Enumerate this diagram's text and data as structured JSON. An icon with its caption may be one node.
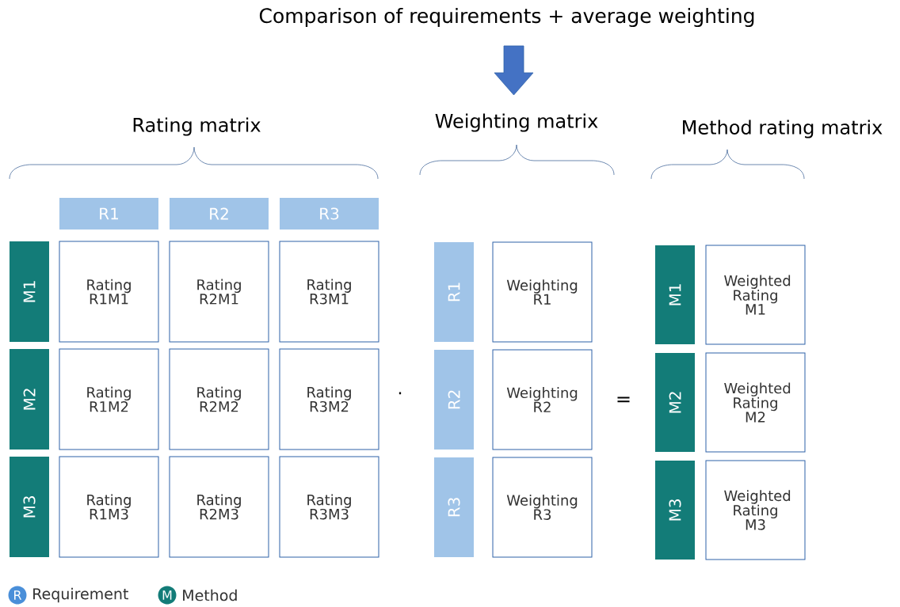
{
  "diagram": {
    "title": "Comparison of requirements + average weighting",
    "nodes": [
      {
        "text": [
          "R1"
        ]
      },
      {
        "text": [
          "R2"
        ]
      },
      {
        "text": [
          "R3"
        ]
      },
      {
        "text": [
          "M1"
        ]
      },
      {
        "text": [
          "Rating R1M1"
        ]
      },
      {
        "text": [
          "Rating R2M1"
        ]
      },
      {
        "text": [
          "Rating R3M1"
        ]
      },
      {
        "text": [
          "R1"
        ]
      },
      {
        "text": [
          "Weighting R1"
        ]
      },
      {
        "text": [
          "M1"
        ]
      },
      {
        "text": [
          "Weighted Rating M1"
        ]
      },
      {
        "text": [
          "M2"
        ]
      },
      {
        "text": [
          "Rating R1M2"
        ]
      },
      {
        "text": [
          "Rating R2M2"
        ]
      },
      {
        "text": [
          "Rating R3M2"
        ]
      },
      {
        "text": [
          "R2"
        ]
      },
      {
        "text": [
          "Weighting R2"
        ]
      },
      {
        "text": [
          "M2"
        ]
      },
      {
        "text": [
          "Weighted Rating M2"
        ]
      },
      {
        "text": [
          "M3"
        ]
      },
      {
        "text": [
          "Rating R1M3"
        ]
      },
      {
        "text": [
          "Rating R2M3"
        ]
      },
      {
        "text": [
          "Rating R3M3"
        ]
      },
      {
        "text": [
          "R3"
        ]
      },
      {
        "text": [
          "Weighting R3"
        ]
      },
      {
        "text": [
          "M3"
        ]
      },
      {
        "text": [
          "Weighted Rating M3"
        ]
      }
    ],
    "labels": [
      "Rating matrix",
      "Weighting matrix",
      "Method rating matrix",
      "·",
      "=",
      "R",
      "M"
    ],
    "legend": [
      {
        "text": "Requirement",
        "color": "#4a8fd9"
      },
      {
        "text": "Method",
        "color": "#137c78"
      }
    ]
  }
}
